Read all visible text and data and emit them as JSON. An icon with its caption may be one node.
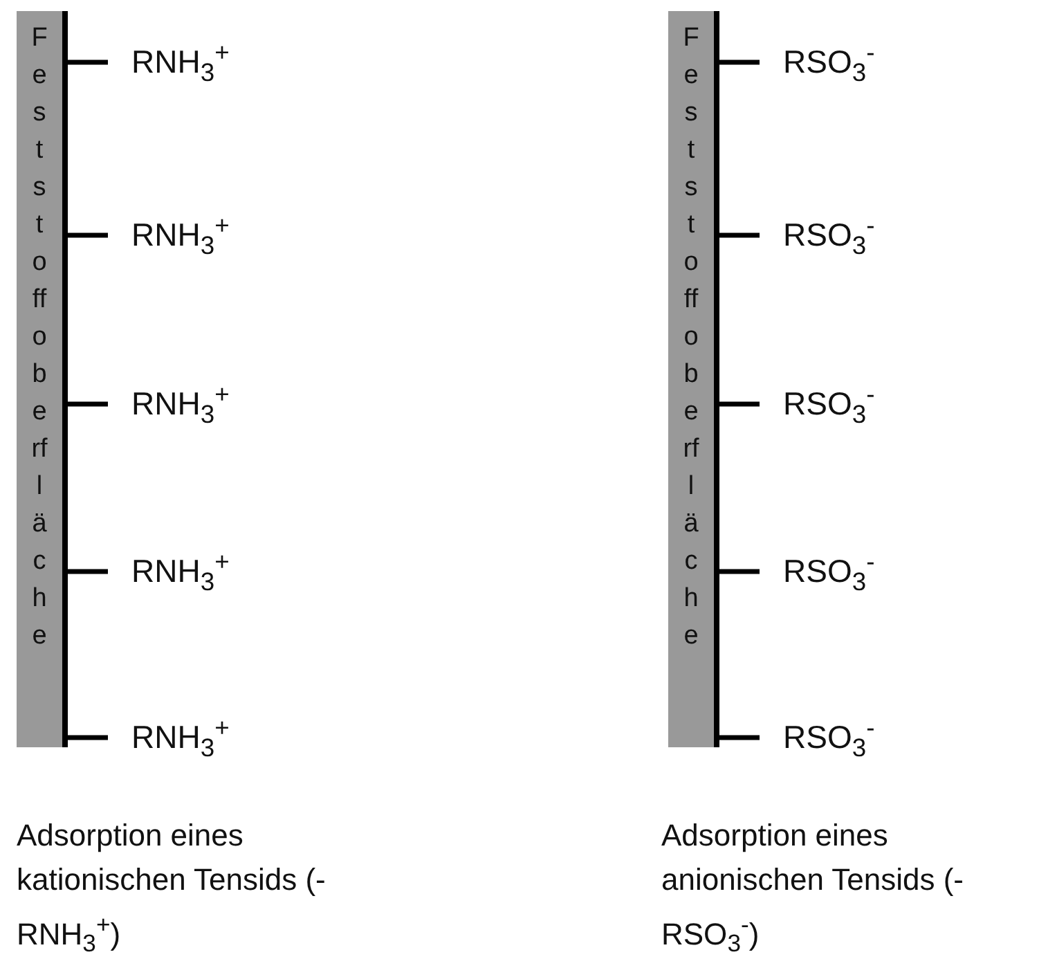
{
  "diagram": {
    "nodes": [
      {
        "text": [
          "Feststoffoberfläche"
        ]
      },
      {
        "text": [
          "RNH$_{3}$$^{+}$"
        ]
      },
      {
        "text": [
          "RNH$_{3}$$^{+}$"
        ]
      },
      {
        "text": [
          "RNH$_{3}$$^{+}$"
        ]
      },
      {
        "text": [
          "RNH$_{3}$$^{+}$"
        ]
      },
      {
        "text": [
          "RNH$_{3}$$^{+}$"
        ]
      },
      {
        "text": [
          "Feststoffoberfläche"
        ]
      },
      {
        "text": [
          "RSO$_{3}$$^{-}$"
        ]
      },
      {
        "text": [
          "RSO$_{3}$$^{-}$"
        ]
      },
      {
        "text": [
          "RSO$_{3}$$^{-}$"
        ]
      },
      {
        "text": [
          "RSO$_{3}$$^{-}$"
        ]
      },
      {
        "text": [
          "RSO$_{3}$$^{-}$"
        ]
      }
    ],
    "edges": [
      {
        "from": 0,
        "to": 1,
        "arrow": "none"
      },
      {
        "from": 0,
        "to": 2,
        "arrow": "none"
      },
      {
        "from": 0,
        "to": 3,
        "arrow": "none"
      },
      {
        "from": 0,
        "to": 4,
        "arrow": "none"
      },
      {
        "from": 0,
        "to": 5,
        "arrow": "none"
      },
      {
        "from": 6,
        "to": 7,
        "arrow": "none"
      },
      {
        "from": 6,
        "to": 8,
        "arrow": "none"
      },
      {
        "from": 6,
        "to": 9,
        "arrow": "none"
      },
      {
        "from": 6,
        "to": 10,
        "arrow": "none"
      },
      {
        "from": 6,
        "to": 11,
        "arrow": "none"
      }
    ],
    "labels": [
      "Adsorption eines kationischen Tensids (-RNH$_{3}$$^{+}$)",
      "Adsorption eines anionischen Tensids (-RSO$_{3}$$^{-}$)"
    ]
  }
}
